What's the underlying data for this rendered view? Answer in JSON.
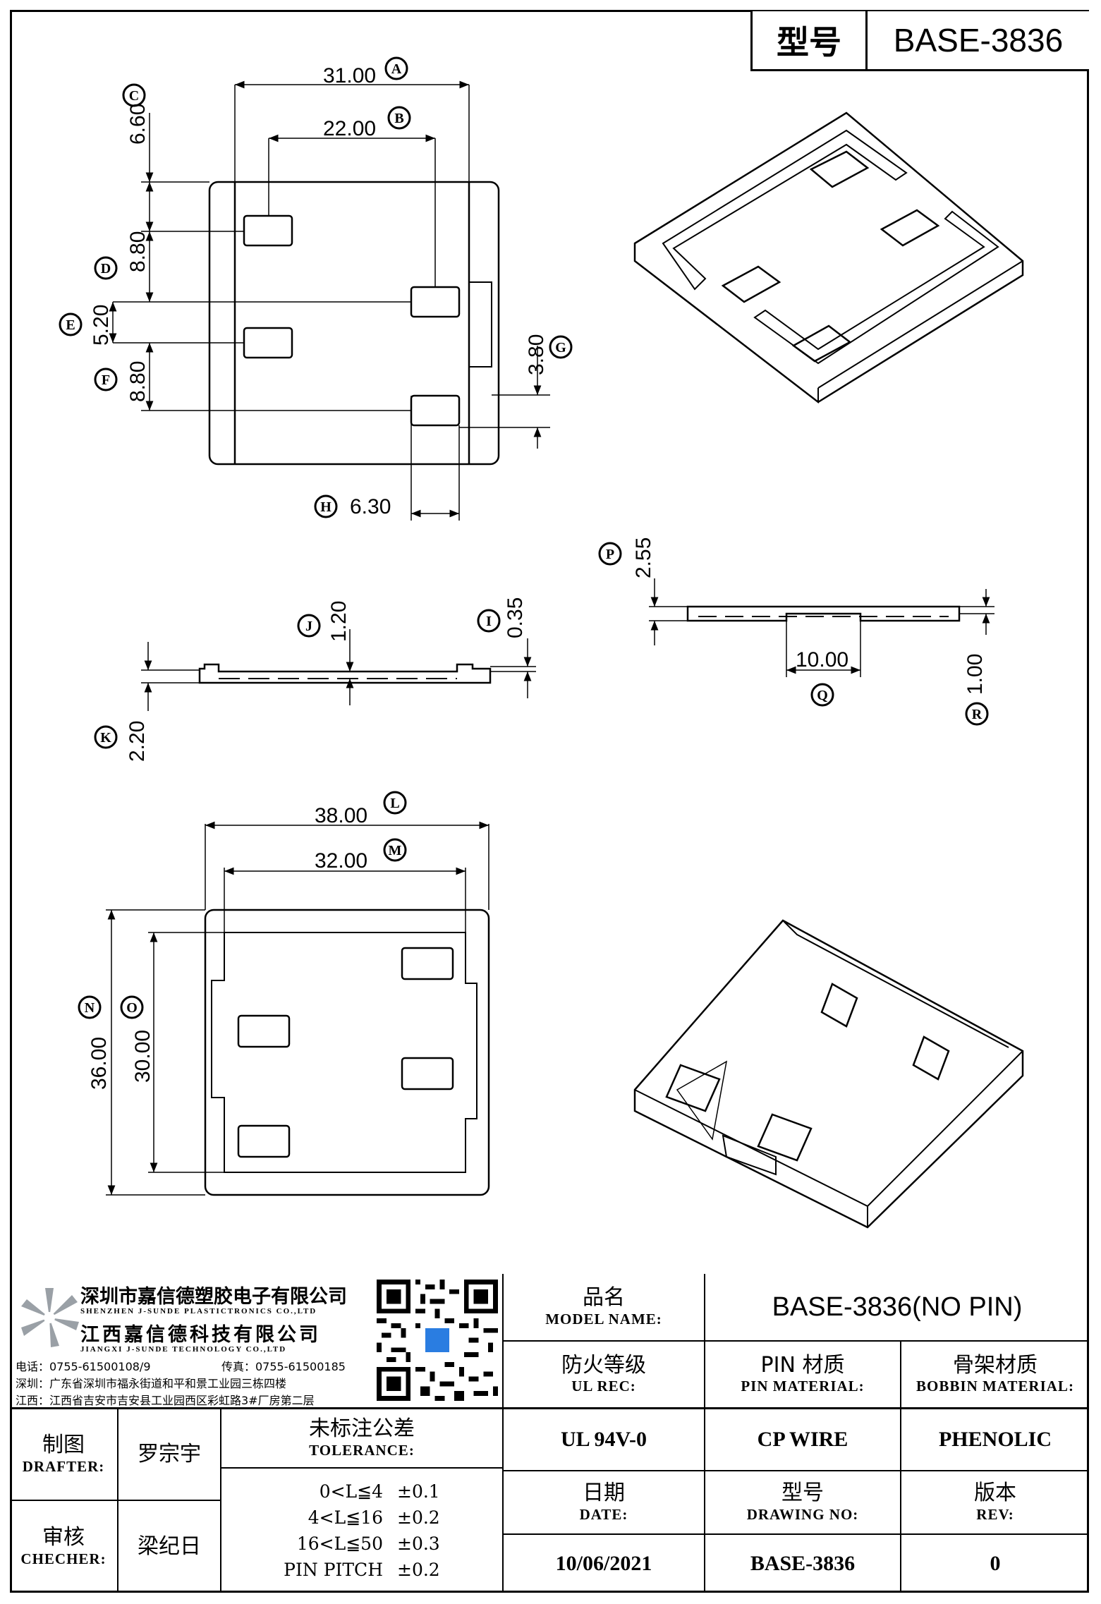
{
  "header": {
    "label": "型号",
    "value": "BASE-3836"
  },
  "dimensions": {
    "A": "31.00",
    "B": "22.00",
    "C": "6.60",
    "D": "8.80",
    "E": "5.20",
    "F": "8.80",
    "G": "3.80",
    "H": "6.30",
    "I": "0.35",
    "J": "1.20",
    "K": "2.20",
    "L": "38.00",
    "M": "32.00",
    "N": "36.00",
    "O": "30.00",
    "P": "2.55",
    "Q": "10.00",
    "R": "1.00"
  },
  "company": {
    "name_sz": "深圳市嘉信德塑胶电子有限公司",
    "name_sz_en": "SHENZHEN J-SUNDE PLASTICTRONICS CO.,LTD",
    "name_jx": "江西嘉信德科技有限公司",
    "name_jx_en": "JIANGXI J-SUNDE TECHNOLOGY CO.,LTD",
    "phone": "电话：0755-61500108/9",
    "fax": "传真：0755-61500185",
    "addr_sz": "深圳：广东省深圳市福永街道和平和景工业园三栋四楼",
    "addr_jx": "江西：江西省吉安市吉安县工业园西区彩虹路3#厂房第二层"
  },
  "title_block": {
    "model_name_zh": "品名",
    "model_name_en": "MODEL NAME:",
    "model_name_value": "BASE-3836(NO PIN)",
    "ul_zh": "防火等级",
    "ul_en": "UL REC:",
    "ul_value": "UL 94V-0",
    "pin_zh": "PIN 材质",
    "pin_en": "PIN MATERIAL:",
    "pin_value": "CP WIRE",
    "bobbin_zh": "骨架材质",
    "bobbin_en": "BOBBIN MATERIAL:",
    "bobbin_value": "PHENOLIC",
    "drafter_zh": "制图",
    "drafter_en": "DRAFTER:",
    "drafter_value": "罗宗宇",
    "checker_zh": "审核",
    "checker_en": "CHECHER:",
    "checker_value": "梁纪日",
    "tolerance_zh": "未标注公差",
    "tolerance_en": "TOLERANCE:",
    "tolerances": [
      {
        "range": "0<L≦4",
        "tol": "±0.1"
      },
      {
        "range": "4<L≦16",
        "tol": "±0.2"
      },
      {
        "range": "16<L≦50",
        "tol": "±0.3"
      },
      {
        "range": "PIN PITCH",
        "tol": "±0.2"
      }
    ],
    "date_zh": "日期",
    "date_en": "DATE:",
    "date_value": "10/06/2021",
    "drawing_no_zh": "型号",
    "drawing_no_en": "DRAWING NO:",
    "drawing_no_value": "BASE-3836",
    "rev_zh": "版本",
    "rev_en": "REV:",
    "rev_value": "0"
  }
}
